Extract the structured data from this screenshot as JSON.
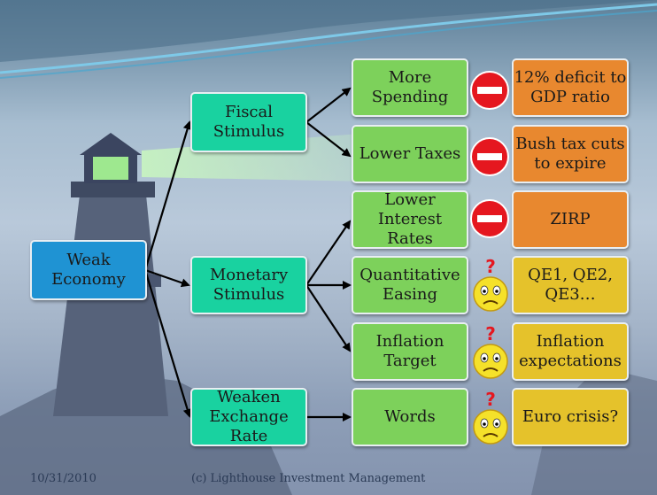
{
  "nodes": {
    "weak_economy": "Weak\nEconomy",
    "fiscal": "Fiscal\nStimulus",
    "monetary": "Monetary\nStimulus",
    "exchange": "Weaken\nExchange Rate",
    "more_spending": "More\nSpending",
    "lower_taxes": "Lower Taxes",
    "lower_rates": "Lower Interest\nRates",
    "qe": "Quantitative\nEasing",
    "inflation_target": "Inflation\nTarget",
    "words": "Words",
    "deficit": "12% deficit to\nGDP ratio",
    "bush": "Bush tax cuts\nto expire",
    "zirp": "ZIRP",
    "qe123": "QE1, QE2,\nQE3…",
    "inflation_exp": "Inflation\nexpectations",
    "euro": "Euro crisis?"
  },
  "footer": {
    "date": "10/31/2010",
    "credit": "(c) Lighthouse Investment Management"
  },
  "colors": {
    "blue": "#1f93d3",
    "teal": "#19d2a0",
    "green": "#7dd15b",
    "orange": "#e8882f",
    "yellow": "#e5c22b",
    "stop_red": "#e5171f"
  },
  "icons": [
    "no-entry-icon",
    "no-entry-icon",
    "no-entry-icon",
    "confused-face-icon",
    "confused-face-icon",
    "confused-face-icon"
  ]
}
